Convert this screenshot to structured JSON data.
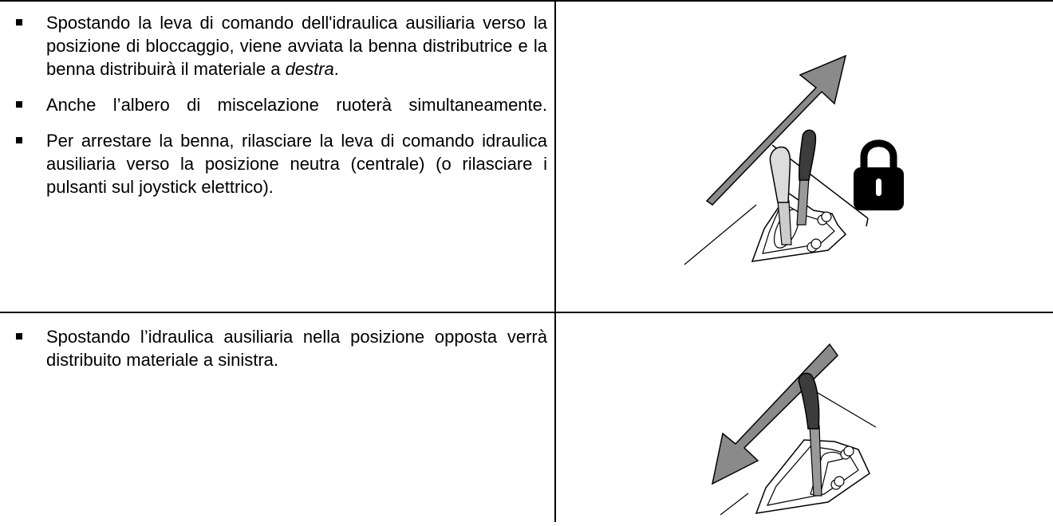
{
  "rows": [
    {
      "items": [
        {
          "text": "Spostando la leva di comando dell'idraulica ausiliaria verso la posizione di bloccaggio, viene avviata la benna distributrice e la benna distribuirà il materiale a ",
          "emphasis": "destra",
          "suffix": "."
        },
        {
          "text": "Anche l’albero di miscelazione ruoterà simultaneamente."
        },
        {
          "text": "Per arrestare la benna, rilasciare la leva di comando idraulica ausiliaria verso la posizione neutra (centrale) (o rilasciare i pulsanti sul joystick elettrico)."
        }
      ],
      "illustration": {
        "icons": [
          "arrow-up-right-icon",
          "lever-light-icon",
          "lever-dark-icon",
          "lock-icon"
        ]
      }
    },
    {
      "items": [
        {
          "text": "Spostando l’idraulica ausiliaria nella posizione opposta verrà distribuito materiale a sinistra."
        }
      ],
      "illustration": {
        "icons": [
          "arrow-down-left-icon",
          "lever-dark-icon"
        ]
      }
    }
  ],
  "colors": {
    "arrow": "#8a8a8a",
    "lever_dark": "#3c3c3c",
    "lever_light": "#dcdcdc",
    "border": "#000000"
  }
}
